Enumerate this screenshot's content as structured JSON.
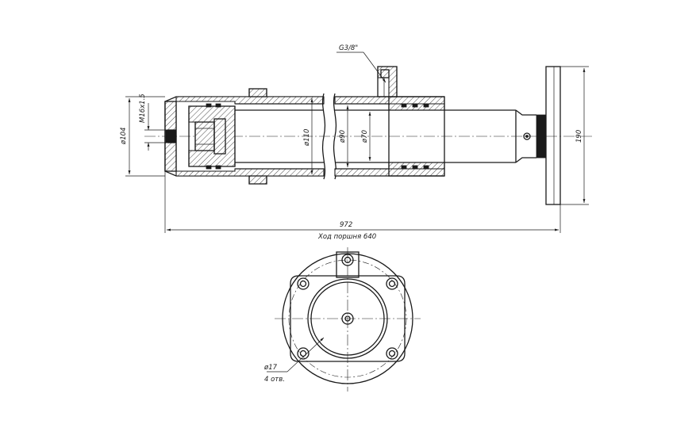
{
  "diagram": {
    "side_view": {
      "thread_port_label": "G3/8\"",
      "diameter_104_label": "ø104",
      "thread_label": "M16x1.5",
      "diameter_110_label": "ø110",
      "diameter_90_label": "ø90",
      "diameter_70_label": "ø70",
      "flange_height_label": "190",
      "overall_length_label": "972",
      "stroke_label": "Ход поршня 640"
    },
    "end_view": {
      "hole_diameter_label": "ø17",
      "hole_count_label": "4 отв."
    }
  }
}
